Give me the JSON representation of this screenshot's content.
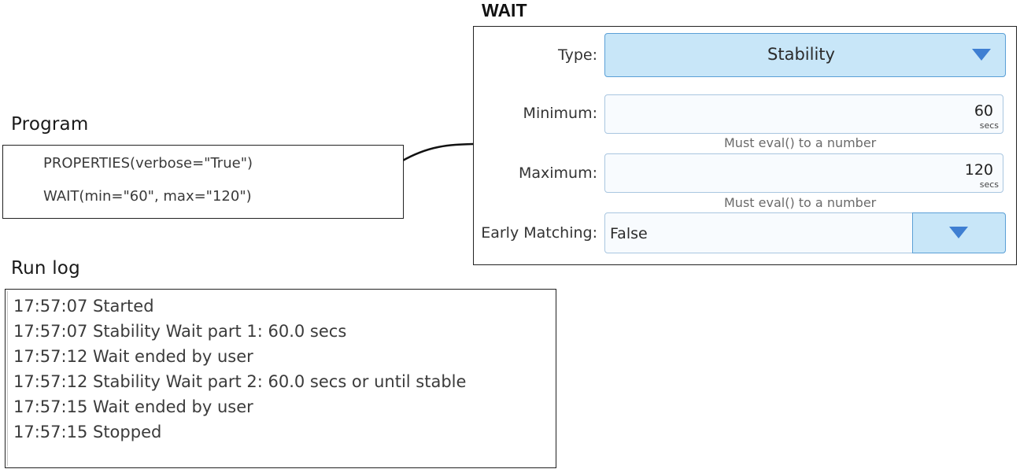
{
  "program": {
    "title": "Program",
    "lines": [
      "PROPERTIES(verbose=\"True\")",
      "WAIT(min=\"60\", max=\"120\")"
    ]
  },
  "run_log": {
    "title": "Run log",
    "lines": [
      "17:57:07 Started",
      "17:57:07 Stability Wait part 1: 60.0 secs",
      "17:57:12 Wait ended by user",
      "17:57:12 Stability Wait part 2: 60.0 secs or until stable",
      "17:57:15 Wait ended by user",
      "17:57:15 Stopped"
    ]
  },
  "wait_panel": {
    "title": "WAIT",
    "type": {
      "label": "Type:",
      "value": "Stability",
      "icon": "chevron-down-icon"
    },
    "minimum": {
      "label": "Minimum:",
      "value": "60",
      "unit": "secs",
      "hint": "Must eval() to a number"
    },
    "maximum": {
      "label": "Maximum:",
      "value": "120",
      "unit": "secs",
      "hint": "Must eval() to a number"
    },
    "early_matching": {
      "label": "Early Matching:",
      "value": "False",
      "icon": "chevron-down-icon"
    }
  },
  "colors": {
    "dropdown_bg": "#c8e6f8",
    "dropdown_border": "#5a9fd6",
    "arrow": "#3f7fd2",
    "field_bg": "#f8fbfe"
  }
}
